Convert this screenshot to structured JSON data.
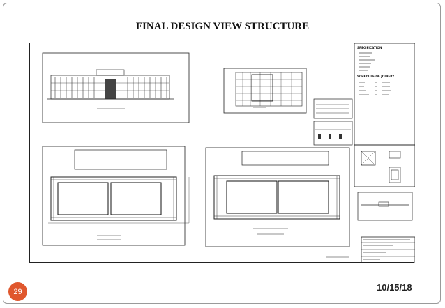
{
  "slide": {
    "title": "FINAL DESIGN VIEW STRUCTURE",
    "page_number": "29",
    "date": "10/15/18",
    "badge_color": "#e0572d"
  },
  "drawing": {
    "specification_heading": "SPECIFICATION",
    "schedule_heading": "SCHEDULE OF JOINERY"
  }
}
